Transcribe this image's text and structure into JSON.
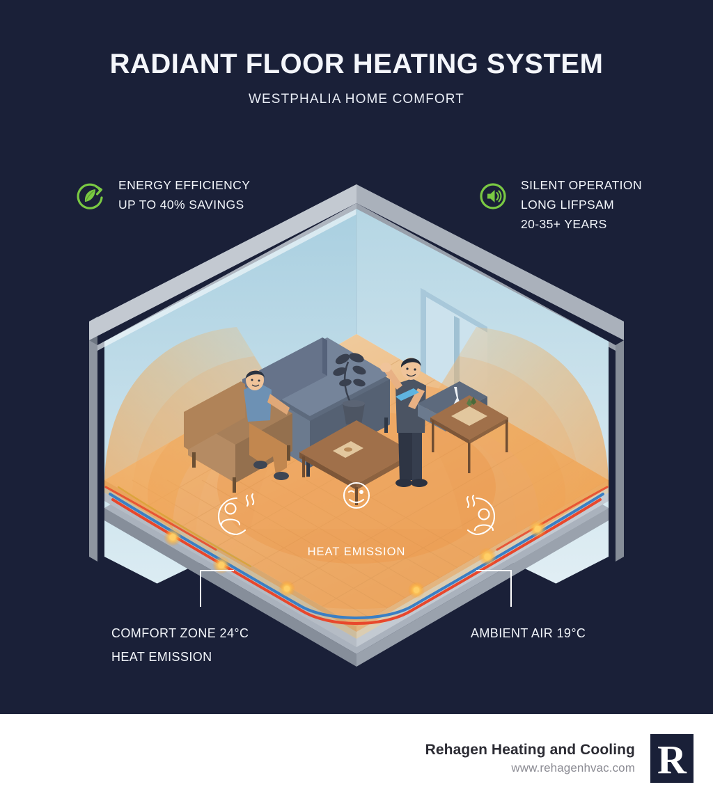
{
  "header": {
    "title": "RADIANT FLOOR HEATING SYSTEM",
    "subtitle": "WESTPHALIA HOME COMFORT"
  },
  "features": [
    {
      "icon": "leaf-recycle-icon",
      "lines": [
        "ENERGY EFFICIENCY",
        "UP TO 40% SAVINGS"
      ]
    },
    {
      "icon": "speaker-sound-icon",
      "lines": [
        "SILENT OPERATION",
        "LONG LIFPSAM",
        "20-35+ YEARS"
      ]
    }
  ],
  "scene": {
    "floor_label": "HEAT EMISSION",
    "icons": [
      {
        "name": "person-warm-left-icon"
      },
      {
        "name": "smiley-wink-icon"
      },
      {
        "name": "person-warm-right-icon"
      }
    ],
    "callouts": [
      {
        "name": "comfort-zone-callout",
        "lines": [
          "COMFORT ZONE 24°C",
          "HEAT EMISSION"
        ]
      },
      {
        "name": "ambient-air-callout",
        "lines": [
          "AMBIENT AIR 19°C"
        ]
      }
    ]
  },
  "footer": {
    "company": "Rehagen Heating and Cooling",
    "website": "www.rehagenhvac.com",
    "logo_letter": "R"
  },
  "colors": {
    "background": "#1a2038",
    "accent_green": "#7ac943",
    "text_light": "#f2f5fa",
    "footer_bg": "#ffffff",
    "pipe_hot": "#e8472c",
    "pipe_cold": "#3a7fc4",
    "wall_gray": "#9aa0aa",
    "wall_interior": "#b9d7e6",
    "floor_wood": "#e8a763",
    "heat_arc": "#f0a95e"
  }
}
